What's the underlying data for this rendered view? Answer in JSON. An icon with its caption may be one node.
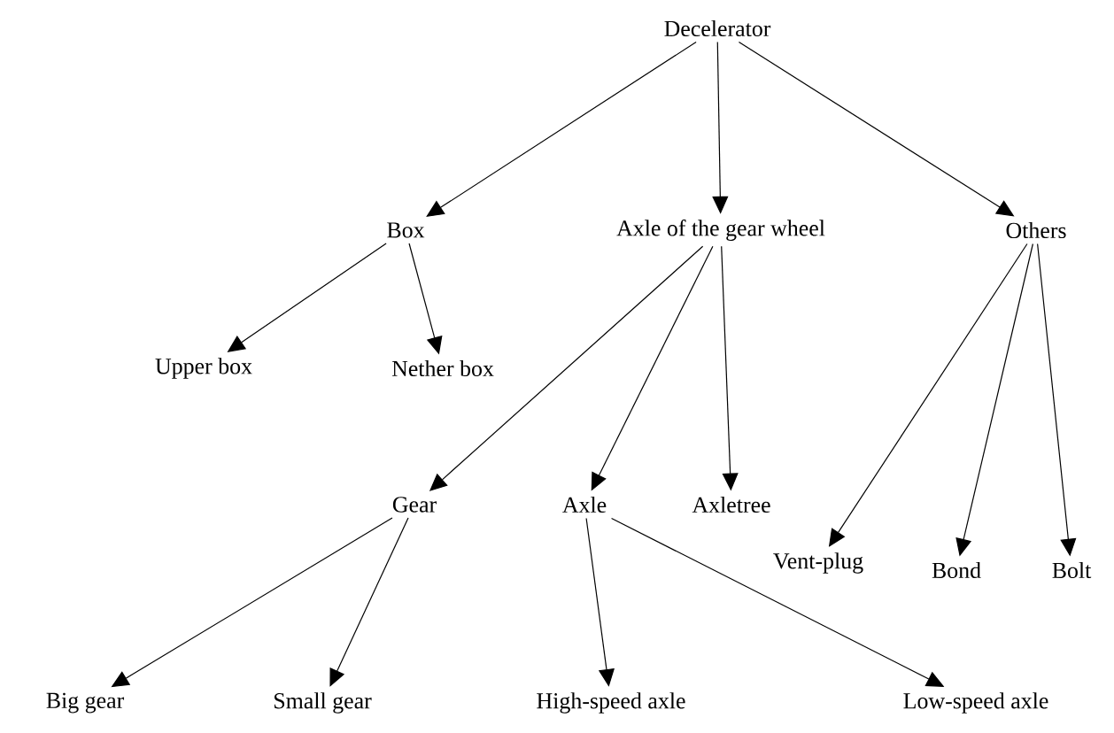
{
  "diagram": {
    "nodes": [
      {
        "text": [
          "Decelerator"
        ]
      },
      {
        "text": [
          "Box"
        ]
      },
      {
        "text": [
          "Axle of the gear wheel"
        ]
      },
      {
        "text": [
          "Others"
        ]
      },
      {
        "text": [
          "Upper box"
        ]
      },
      {
        "text": [
          "Nether box"
        ]
      },
      {
        "text": [
          "Gear"
        ]
      },
      {
        "text": [
          "Axle"
        ]
      },
      {
        "text": [
          "Axletree"
        ]
      },
      {
        "text": [
          "Vent-plug"
        ]
      },
      {
        "text": [
          "Bond"
        ]
      },
      {
        "text": [
          "Bolt"
        ]
      },
      {
        "text": [
          "Big gear"
        ]
      },
      {
        "text": [
          "Small gear"
        ]
      },
      {
        "text": [
          "High-speed axle"
        ]
      },
      {
        "text": [
          "Low-speed axle"
        ]
      }
    ],
    "edges": [
      {
        "from": 0,
        "to": 1,
        "arrow": "to"
      },
      {
        "from": 0,
        "to": 2,
        "arrow": "to"
      },
      {
        "from": 0,
        "to": 3,
        "arrow": "to"
      },
      {
        "from": 1,
        "to": 4,
        "arrow": "to"
      },
      {
        "from": 1,
        "to": 5,
        "arrow": "to"
      },
      {
        "from": 2,
        "to": 6,
        "arrow": "to"
      },
      {
        "from": 2,
        "to": 7,
        "arrow": "to"
      },
      {
        "from": 2,
        "to": 8,
        "arrow": "to"
      },
      {
        "from": 3,
        "to": 9,
        "arrow": "to"
      },
      {
        "from": 3,
        "to": 10,
        "arrow": "to"
      },
      {
        "from": 3,
        "to": 11,
        "arrow": "to"
      },
      {
        "from": 6,
        "to": 12,
        "arrow": "to"
      },
      {
        "from": 6,
        "to": 13,
        "arrow": "to"
      },
      {
        "from": 7,
        "to": 14,
        "arrow": "to"
      },
      {
        "from": 7,
        "to": 15,
        "arrow": "to"
      }
    ]
  }
}
